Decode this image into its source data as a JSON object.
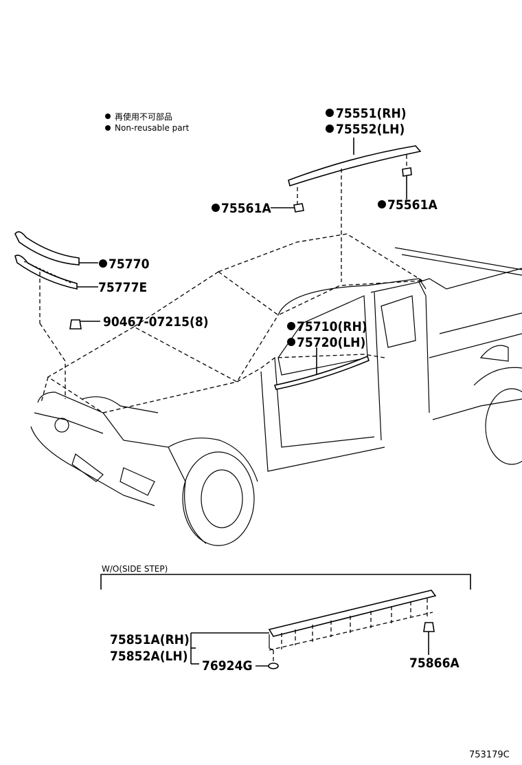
{
  "legend": {
    "japanese": "再使用不可部品",
    "english": "Non-reusable part"
  },
  "callouts": {
    "p75551": "75551(RH)",
    "p75552": "75552(LH)",
    "p75561a_left": "75561A",
    "p75561a_right": "75561A",
    "p75770": "75770",
    "p75777e": "75777E",
    "p90467": "90467-07215(8)",
    "p75710": "75710(RH)",
    "p75720": "75720(LH)",
    "p75851a": "75851A(RH)",
    "p75852a": "75852A(LH)",
    "p76924g": "76924G",
    "p75866a": "75866A"
  },
  "section_label": "W/O(SIDE STEP)",
  "figure_id": "753179C",
  "icons": [
    "non-reusable-dot-icon",
    "clip-icon",
    "clip-icon",
    "clip-icon",
    "clip-icon",
    "clip-icon"
  ]
}
